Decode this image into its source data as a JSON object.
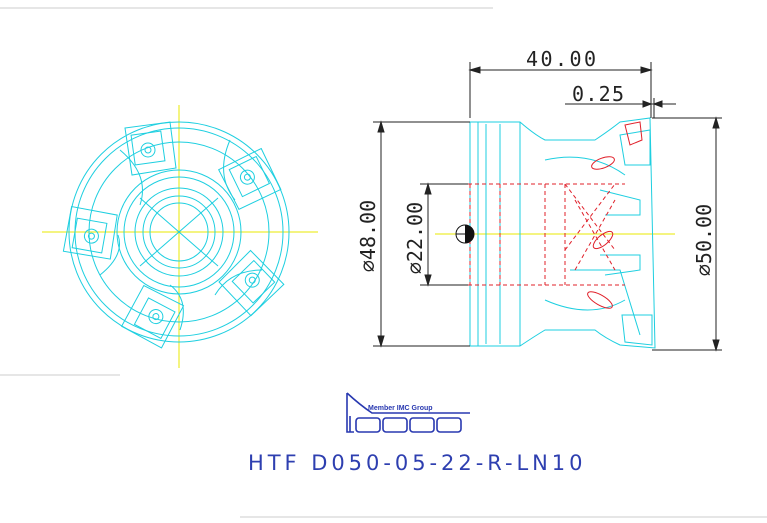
{
  "dimensions": {
    "overall_length": "40.00",
    "offset": "0.25",
    "body_diameter": "⌀48.00",
    "bore_diameter": "⌀22.00",
    "cutting_diameter": "⌀50.00"
  },
  "logo": {
    "tagline": "Member IMC Group",
    "brand": "iscar"
  },
  "title_block": {
    "designation": "HTF D050-05-22-R-LN10"
  },
  "colors": {
    "tool_outline": "#1ecfe0",
    "hidden_lines": "#e0202a",
    "center_lines": "#e8e800",
    "dimension_lines": "#222222",
    "title_text": "#2e3fb0",
    "logo": "#2838b0"
  },
  "icons": {
    "brand_logo": "iscar-logo",
    "section_symbol": "half-filled-circle"
  }
}
